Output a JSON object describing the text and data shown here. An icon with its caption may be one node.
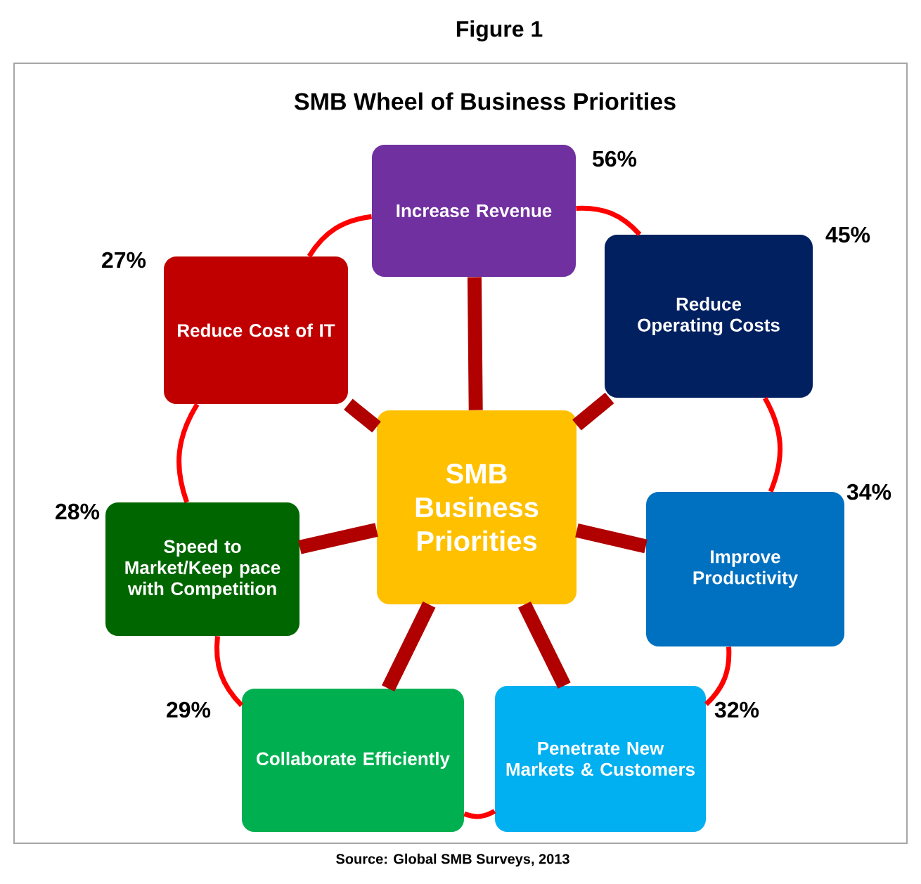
{
  "diagram": {
    "title": "SMB Wheel of Business Priorities",
    "caption": "Source: Global SMB Surveys, 2013",
    "labels": [
      "Figure 1"
    ],
    "nodes": [
      {
        "text": [
          "SMB Business Priorities"
        ]
      },
      {
        "text": [
          "Increase Revenue"
        ],
        "beside": [
          "56%"
        ]
      },
      {
        "text": [
          "Reduce Operating Costs"
        ],
        "beside": [
          "45%"
        ]
      },
      {
        "text": [
          "Improve Productivity"
        ],
        "beside": [
          "34%"
        ]
      },
      {
        "text": [
          "Penetrate New Markets & Customers"
        ],
        "beside": [
          "32%"
        ]
      },
      {
        "text": [
          "Collaborate Efficiently"
        ],
        "beside": [
          "29%"
        ]
      },
      {
        "text": [
          "Speed to Market/Keep pace with Competition"
        ],
        "beside": [
          "28%"
        ]
      },
      {
        "text": [
          "Reduce Cost of IT"
        ],
        "beside": [
          "27%"
        ]
      }
    ],
    "edges": [
      {
        "from": 0,
        "to": 1,
        "arrow": "none",
        "style": "thick",
        "color": "#b00000"
      },
      {
        "from": 0,
        "to": 2,
        "arrow": "none",
        "style": "thick",
        "color": "#b00000"
      },
      {
        "from": 0,
        "to": 3,
        "arrow": "none",
        "style": "thick",
        "color": "#b00000"
      },
      {
        "from": 0,
        "to": 4,
        "arrow": "none",
        "style": "thick",
        "color": "#b00000"
      },
      {
        "from": 0,
        "to": 5,
        "arrow": "none",
        "style": "thick",
        "color": "#b00000"
      },
      {
        "from": 0,
        "to": 6,
        "arrow": "none",
        "style": "thick",
        "color": "#b00000"
      },
      {
        "from": 0,
        "to": 7,
        "arrow": "none",
        "style": "thick",
        "color": "#b00000"
      },
      {
        "from": 1,
        "to": 2,
        "arrow": "none",
        "color": "#ff0000"
      },
      {
        "from": 2,
        "to": 3,
        "arrow": "none",
        "color": "#ff0000"
      },
      {
        "from": 3,
        "to": 4,
        "arrow": "none",
        "color": "#ff0000"
      },
      {
        "from": 4,
        "to": 5,
        "arrow": "none",
        "color": "#ff0000"
      },
      {
        "from": 5,
        "to": 6,
        "arrow": "none",
        "color": "#ff0000"
      },
      {
        "from": 6,
        "to": 7,
        "arrow": "none",
        "color": "#ff0000"
      },
      {
        "from": 7,
        "to": 1,
        "arrow": "none",
        "color": "#ff0000"
      }
    ]
  }
}
